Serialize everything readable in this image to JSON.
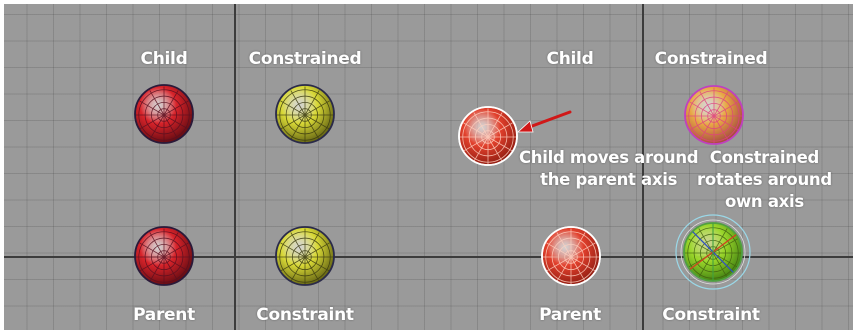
{
  "labels": {
    "child_left": "Child",
    "constrained_left": "Constrained",
    "child_right": "Child",
    "constrained_right": "Constrained",
    "parent_left": "Parent",
    "constraint_left": "Constraint",
    "parent_right": "Parent",
    "constraint_right": "Constraint"
  },
  "annotations": {
    "child_note": [
      "Child moves around",
      "the parent axis"
    ],
    "constrained_note": [
      "Constrained",
      "rotates around",
      "own axis"
    ]
  },
  "colors": {
    "viewport_bg": "#9a9a9a",
    "grid_line": "#6a6a6a",
    "axis_line": "#3c3c3c",
    "red_sphere": "#d8232a",
    "red_selected_sphere": "#e2402c",
    "yellow_sphere": "#d8d836",
    "orange_sphere": "#e8a844",
    "green_sphere": "#9ad62a",
    "arrow": "#d01818",
    "label_text": "#ffffff"
  },
  "icons": {
    "red_sphere": "sphere-icon",
    "yellow_sphere": "sphere-icon",
    "arrow": "arrow-icon",
    "rotate_gizmo": "rotate-manipulator-icon"
  }
}
